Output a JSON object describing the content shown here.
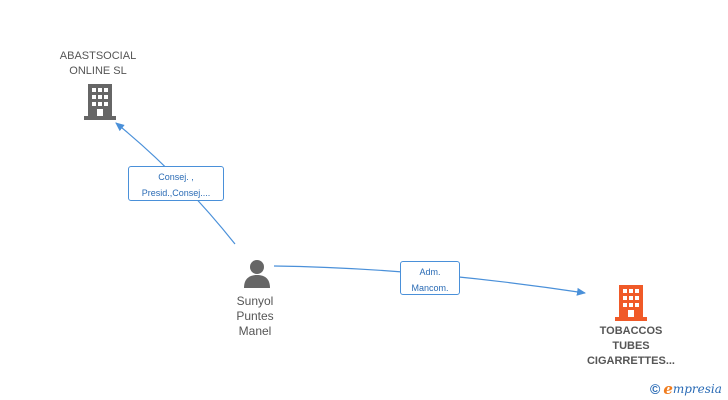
{
  "nodes": {
    "abastsocial": {
      "line1": "ABASTSOCIAL",
      "line2": "ONLINE SL",
      "icon": "building-icon",
      "color": "#666666"
    },
    "person": {
      "line1": "Sunyol",
      "line2": "Puntes",
      "line3": "Manel",
      "icon": "person-icon",
      "color": "#666666"
    },
    "tobaccos": {
      "line1": "TOBACCOS",
      "line2": "TUBES",
      "line3": "CIGARRETTES...",
      "icon": "building-icon",
      "color": "#f05a28"
    }
  },
  "edges": {
    "to_abastsocial": {
      "line1": "Consej. ,",
      "line2": "Presid.,Consej...."
    },
    "to_tobaccos": {
      "line1": "Adm.",
      "line2": "Mancom."
    }
  },
  "colors": {
    "edge": "#4a90d9"
  },
  "brand": {
    "copyright": "©",
    "e": "e",
    "rest": "mpresia"
  }
}
